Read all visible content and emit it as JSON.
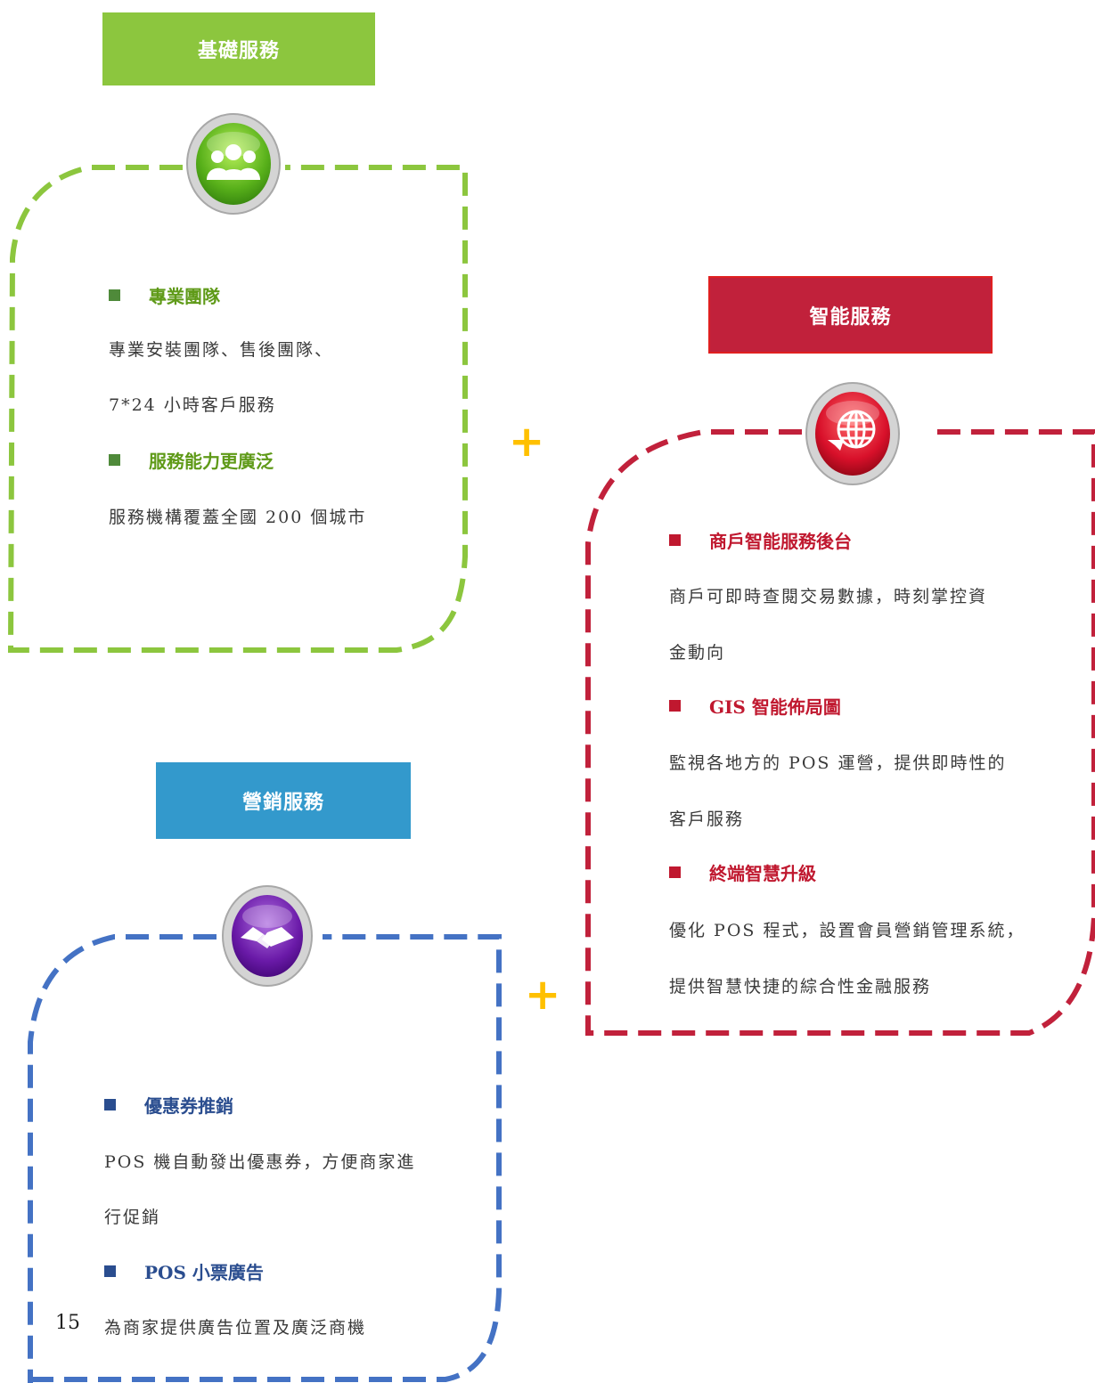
{
  "colors": {
    "green": "#8cc63e",
    "green_text": "#5f9a18",
    "red": "#c1213b",
    "red_text": "#c0182f",
    "blue": "#4472c4",
    "blue_header": "#3399cc",
    "blue_text": "#2a4d8f",
    "plus": "#ffc000"
  },
  "basic": {
    "header": "基礎服務",
    "icon": "people-icon",
    "items": [
      {
        "title": "專業團隊",
        "lines": [
          "專業安裝團隊、售後團隊、",
          "7*24 小時客戶服務"
        ]
      },
      {
        "title": "服務能力更廣泛",
        "lines": [
          "服務機構覆蓋全國 200 個城市"
        ]
      }
    ]
  },
  "smart": {
    "header": "智能服務",
    "icon": "globe-icon",
    "items": [
      {
        "title": "商戶智能服務後台",
        "lines": [
          "商戶可即時查閱交易數據，時刻掌控資",
          "金動向"
        ]
      },
      {
        "title": "GIS 智能佈局圖",
        "lines": [
          "監視各地方的 POS 運營，提供即時性的",
          "客戶服務"
        ]
      },
      {
        "title": "終端智慧升級",
        "lines": [
          "優化 POS 程式，設置會員營銷管理系統，",
          "提供智慧快捷的綜合性金融服務"
        ]
      }
    ]
  },
  "marketing": {
    "header": "營銷服務",
    "icon": "handshake-icon",
    "items": [
      {
        "title": "優惠券推銷",
        "lines": [
          "POS 機自動發出優惠券，方便商家進",
          "行促銷"
        ]
      },
      {
        "title": "POS 小票廣告",
        "lines": [
          "為商家提供廣告位置及廣泛商機"
        ]
      }
    ]
  },
  "plus_sign": "+",
  "page_number": "15"
}
